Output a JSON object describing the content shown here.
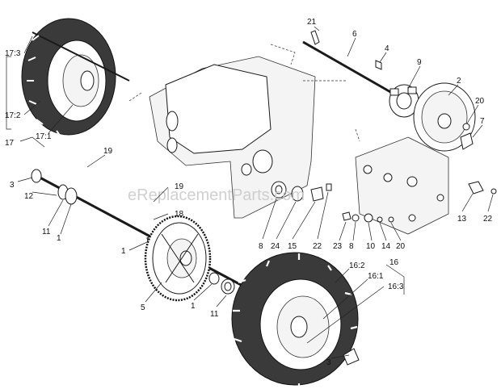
{
  "watermark": "eReplacementParts.com",
  "callouts": {
    "c21": "21",
    "c6": "6",
    "c4": "4",
    "c9": "9",
    "c2": "2",
    "c20a": "20",
    "c7": "7",
    "c17_3": "17:3",
    "c17_2": "17:2",
    "c17_1": "17:1",
    "c17": "17",
    "c19a": "19",
    "c3a": "3",
    "c12": "12",
    "c11a": "11",
    "c1a": "1",
    "c19b": "19",
    "c18": "18",
    "c1b": "1",
    "c5": "5",
    "c1c": "1",
    "c11b": "11",
    "c8a": "8",
    "c24": "24",
    "c15": "15",
    "c22a": "22",
    "c23": "23",
    "c8b": "8",
    "c10": "10",
    "c14": "14",
    "c20b": "20",
    "c13": "13",
    "c22b": "22",
    "c16_2": "16:2",
    "c16": "16",
    "c16_1": "16:1",
    "c16_3": "16:3",
    "c3b": "3"
  }
}
